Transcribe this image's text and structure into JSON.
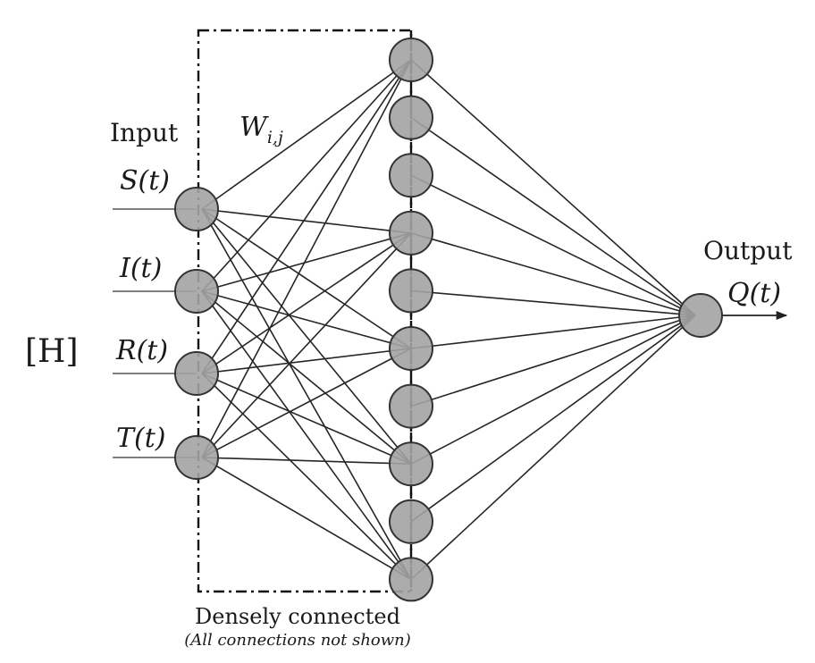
{
  "labels": {
    "panel": "[H]",
    "input": "Input",
    "weights_main": "W",
    "weights_sub": "i,j",
    "output": "Output",
    "output_var": "Q(t)",
    "dense": "Densely connected",
    "dense_note": "(All connections not shown)"
  },
  "inputs": [
    "S(t)",
    "I(t)",
    "R(t)",
    "T(t)"
  ],
  "hidden_count": 10,
  "colors": {
    "node_fill": "#a3a3a3",
    "node_stroke": "#333333",
    "line": "#262626"
  }
}
